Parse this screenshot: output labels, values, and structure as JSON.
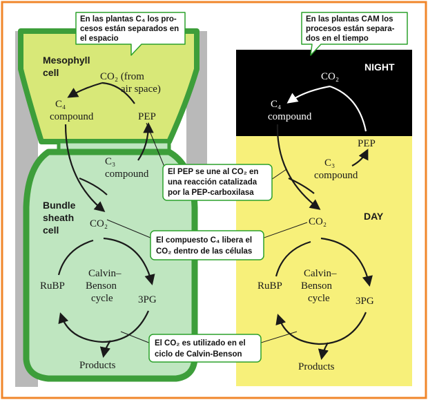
{
  "colors": {
    "frame": "#f0862a",
    "mesophyll": "#d8e878",
    "bundle_sheath": "#bfe6c0",
    "cell_wall": "#3d9e3a",
    "night": "#000000",
    "day": "#f7f07a",
    "gray_wall": "#b9b9b9",
    "callout_fill": "#ffffff",
    "callout_stroke": "#2aa02a"
  },
  "c4": {
    "mesophyll_label": [
      "Mesophyll",
      "cell"
    ],
    "co2_from_air": [
      "CO₂ (from",
      "air space)"
    ],
    "c4_compound": [
      "C₄",
      "compound"
    ],
    "pep": "PEP",
    "c3_compound": [
      "C₃",
      "compound"
    ],
    "bundle_label": [
      "Bundle",
      "sheath",
      "cell"
    ],
    "co2": "CO₂",
    "cycle": [
      "Calvin–",
      "Benson",
      "cycle"
    ],
    "rubp": "RuBP",
    "pg3": "3PG",
    "products": "Products"
  },
  "cam": {
    "night": "NIGHT",
    "day": "DAY",
    "co2_top": "CO₂",
    "c4_compound": [
      "C₄",
      "compound"
    ],
    "pep": "PEP",
    "c3_compound": [
      "C₃",
      "compound"
    ],
    "co2": "CO₂",
    "cycle": [
      "Calvin–",
      "Benson",
      "cycle"
    ],
    "rubp": "RuBP",
    "pg3": "3PG",
    "products": "Products"
  },
  "callouts": {
    "c4_note": [
      "En las plantas C₄  los pro-",
      "cesos están separados en",
      "el espacio"
    ],
    "cam_note": [
      "En las plantas CAM  los",
      "procesos están separa-",
      "dos en el tiempo"
    ],
    "pep_note": [
      "El PEP se une al CO₂ en",
      "una reacción catalizada",
      "por la PEP-carboxilasa"
    ],
    "c4_release_note": [
      "El compuesto C₄ libera el",
      "CO₂ dentro de las células"
    ],
    "co2_use_note": [
      "El CO₂ es utilizado en el",
      "ciclo de Calvin-Benson"
    ]
  }
}
